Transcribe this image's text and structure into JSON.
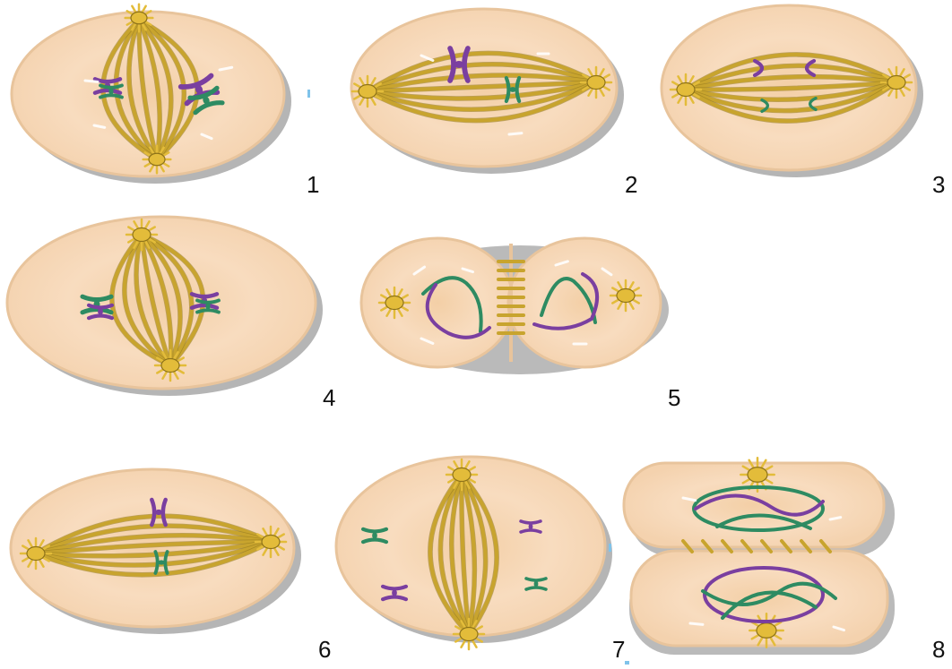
{
  "labels": [
    "1",
    "2",
    "3",
    "4",
    "5",
    "6",
    "7",
    "8"
  ],
  "colors": {
    "cytoplasm": "#f5d6b4",
    "cytoplasm_center": "#fbe3c6",
    "cell_border": "#e8c49c",
    "shadow": "#9c9c9c",
    "spindle": "#c8a42e",
    "spindle_dark": "#8d7219",
    "centrosome": "#e3bc3a",
    "chromosome_purple": "#7a3fa0",
    "chromosome_green": "#2e8b62",
    "nuclear_envelope": "#ffffff"
  }
}
